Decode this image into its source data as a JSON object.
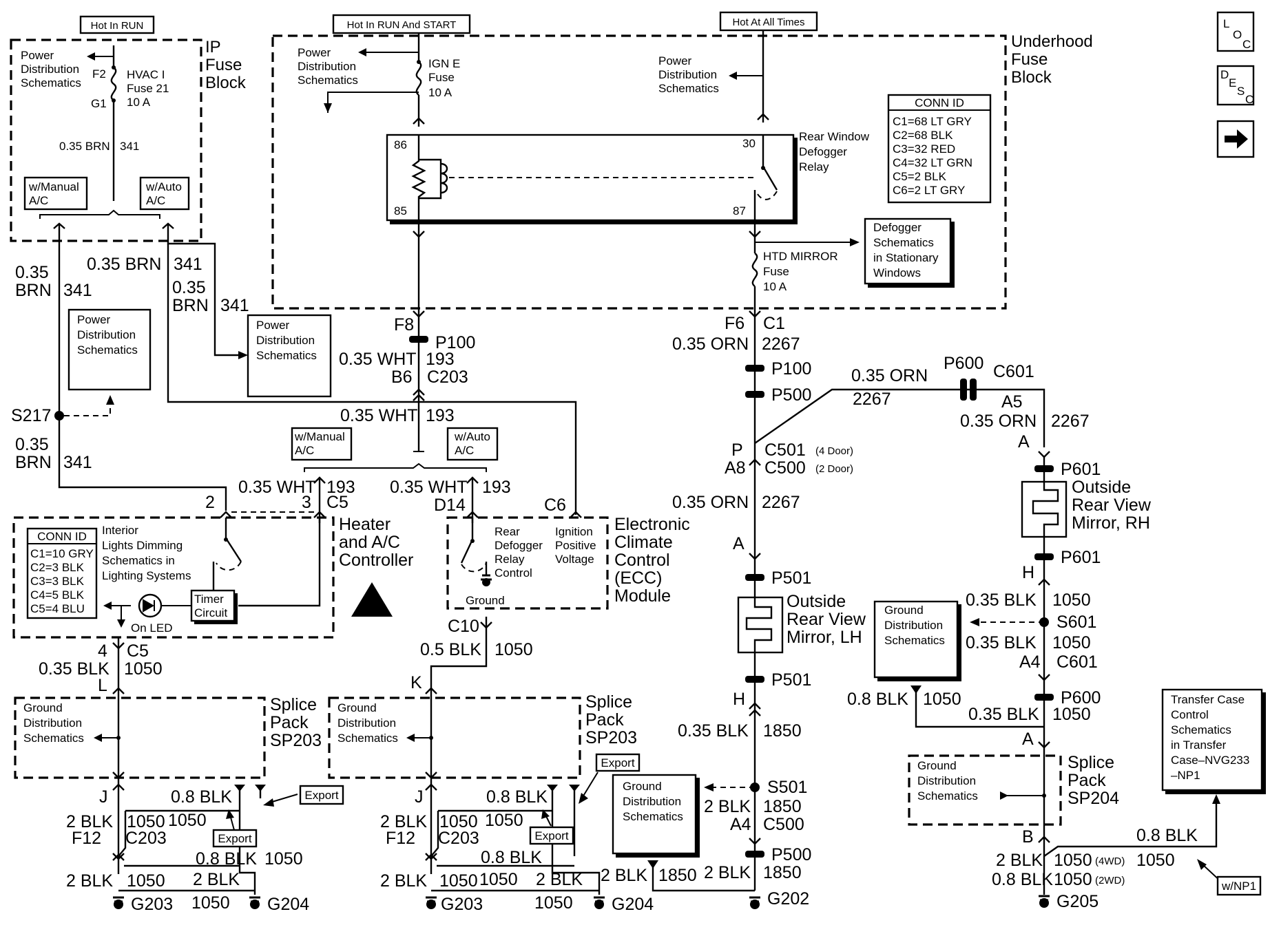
{
  "headers": {
    "hot_in_run": "Hot In RUN",
    "hot_in_run_start": "Hot In RUN And START",
    "hot_at_all_times": "Hot At All Times"
  },
  "nav_buttons": {
    "loc": "LOC",
    "desc": "DESC"
  },
  "ip_fuse_block": {
    "title": [
      "IP",
      "Fuse",
      "Block"
    ],
    "power_dist": [
      "Power",
      "Distribution",
      "Schematics"
    ],
    "f2": "F2",
    "g1": "G1",
    "fuse": [
      "HVAC I",
      "Fuse 21",
      "10 A"
    ],
    "wire": "0.35 BRN",
    "circuit": "341",
    "manual": [
      "w/Manual",
      "A/C"
    ],
    "auto": [
      "w/Auto",
      "A/C"
    ]
  },
  "underhood_fuse_block": {
    "title": [
      "Underhood",
      "Fuse",
      "Block"
    ],
    "power_dist_left": [
      "Power",
      "Distribution",
      "Schematics"
    ],
    "ign_fuse": [
      "IGN E",
      "Fuse",
      "10 A"
    ],
    "power_dist_right": [
      "Power",
      "Distribution",
      "Schematics"
    ],
    "relay_label": [
      "Rear  Window",
      "Defogger",
      "Relay"
    ],
    "pins": {
      "p86": "86",
      "p85": "85",
      "p30": "30",
      "p87": "87"
    },
    "htd_fuse": [
      "HTD MIRROR",
      "Fuse",
      "10 A"
    ],
    "conn_id_title": "CONN ID",
    "conn_id": [
      "C1=68 LT GRY",
      "C2=68 BLK",
      "C3=32 RED",
      "C4=32 LT GRN",
      "C5=2 BLK",
      "C6=2 LT GRY"
    ],
    "defogger_box": [
      "Defogger",
      "Schematics",
      "in Stationary",
      "Windows"
    ]
  },
  "left_wires": {
    "w1_a": "0.35",
    "w1_b": "BRN",
    "w1_c": "341",
    "w2_a": "0.35 BRN",
    "w2_b": "341",
    "w3_a": "0.35",
    "w3_b": "BRN",
    "w3_c": "341",
    "pds_box": [
      "Power",
      "Distribution",
      "Schematics"
    ],
    "pds_box2": [
      "Power",
      "Distribution",
      "Schematics"
    ],
    "s217": "S217",
    "w4_a": "0.35",
    "w4_b": "BRN",
    "w4_c": "341"
  },
  "center_wires": {
    "f8": "F8",
    "p100": "P100",
    "wire": "0.35 WHT",
    "circuit": "193",
    "b6": "B6",
    "c203": "C203",
    "wire2": "0.35 WHT",
    "circuit2": "193",
    "manual": [
      "w/Manual",
      "A/C"
    ],
    "auto": [
      "w/Auto",
      "A/C"
    ],
    "wire3": "0.35 WHT",
    "circuit3": "193",
    "wire4": "0.35 WHT",
    "circuit4": "193",
    "pin2": "2",
    "pin3": "3",
    "c5": "C5",
    "d14": "D14",
    "c6": "C6"
  },
  "hvac_controller": {
    "title": [
      "Heater",
      "and A/C",
      "Controller"
    ],
    "conn_id_title": "CONN ID",
    "conn_id": [
      "C1=10 GRY",
      "C2=3 BLK",
      "C3=3 BLK",
      "C4=5 BLK",
      "C5=4 BLU"
    ],
    "dimming": [
      "Interior",
      "Lights Dimming",
      "Schematics in",
      "Lighting Systems"
    ],
    "timer": [
      "Timer",
      "Circuit"
    ],
    "led": "On LED"
  },
  "ecc_module": {
    "title": [
      "Electronic",
      "Climate",
      "Control",
      "(ECC)",
      "Module"
    ],
    "relay": [
      "Rear",
      "Defogger",
      "Relay",
      "Control"
    ],
    "ignition": [
      "Ignition",
      "Positive",
      "Voltage"
    ],
    "ground": "Ground"
  },
  "lower_left": {
    "pin4": "4",
    "c5": "C5",
    "wire": "0.35 BLK",
    "circuit": "1050",
    "l": "L",
    "splice": [
      "Splice",
      "Pack",
      "SP203"
    ],
    "gds": [
      "Ground",
      "Distribution",
      "Schematics"
    ],
    "j": "J",
    "w08": "0.8 BLK",
    "export1": "Export",
    "export2": "Export",
    "w2blk": "2 BLK",
    "c1050a": "1050",
    "c1050b": "1050",
    "f12": "F12",
    "c203": "C203",
    "w08b": "0.8 BLK",
    "c1050c": "1050",
    "w2blk2": "2 BLK",
    "c1050d": "1050",
    "w2blk3": "2 BLK",
    "c1050e": "1050",
    "g203": "G203",
    "g204": "G204"
  },
  "lower_mid": {
    "c10": "C10",
    "wire": "0.5 BLK",
    "circuit": "1050",
    "k": "K",
    "splice": [
      "Splice",
      "Pack",
      "SP203"
    ],
    "gds": [
      "Ground",
      "Distribution",
      "Schematics"
    ],
    "j": "J",
    "w08": "0.8 BLK",
    "export1": "Export",
    "export2": "Export",
    "w2blk": "2 BLK",
    "c1050a": "1050",
    "c1050b": "1050",
    "f12": "F12",
    "c203": "C203",
    "w08b": "0.8 BLK",
    "w2blk2": "2 BLK",
    "c1050d": "1050",
    "c1050e": "1050",
    "w2blk3": "2 BLK",
    "c1050f": "1050",
    "g203": "G203",
    "g204": "G204"
  },
  "lh_mirror": {
    "f6": "F6",
    "c1": "C1",
    "wire": "0.35 ORN",
    "circuit": "2267",
    "p100": "P100",
    "p500": "P500",
    "p": "P",
    "c501": "C501",
    "c501_note": "(4 Door)",
    "a8": "A8",
    "c500": "C500",
    "c500_note": "(2 Door)",
    "wire2": "0.35 ORN",
    "circuit2": "2267",
    "a": "A",
    "p501": "P501",
    "title": [
      "Outside",
      "Rear View",
      "Mirror, LH"
    ],
    "p501b": "P501",
    "h": "H",
    "wire3": "0.35 BLK",
    "circuit3": "1850",
    "gds": [
      "Ground",
      "Distribution",
      "Schematics"
    ],
    "s501": "S501",
    "w2blk": "2 BLK",
    "c1850": "1850",
    "a4": "A4",
    "c500b": "C500",
    "p500b": "P500",
    "w2blk2": "2 BLK",
    "c1850b": "1850",
    "w2blk3": "2 BLK",
    "c1850c": "1850",
    "g202": "G202"
  },
  "rh_mirror": {
    "wire": "0.35 ORN",
    "circuit": "2267",
    "p600": "P600",
    "c601": "C601",
    "a5": "A5",
    "wire2": "0.35 ORN",
    "circuit2": "2267",
    "a": "A",
    "p601": "P601",
    "title": [
      "Outside",
      "Rear View",
      "Mirror, RH"
    ],
    "p601b": "P601",
    "h": "H",
    "wire3": "0.35 BLK",
    "circuit3": "1050",
    "gds": [
      "Ground",
      "Distribution",
      "Schematics"
    ],
    "s601": "S601",
    "wire4": "0.35 BLK",
    "circuit4": "1050",
    "a4": "A4",
    "c601b": "C601",
    "w08": "0.8 BLK",
    "c1050": "1050",
    "p600b": "P600",
    "wire5": "0.35 BLK",
    "circuit5": "1050",
    "a2": "A",
    "splice": [
      "Splice",
      "Pack",
      "SP204"
    ],
    "gds2": [
      "Ground",
      "Distribution",
      "Schematics"
    ],
    "b": "B",
    "w08b": "0.8 BLK",
    "w2blk": "2 BLK",
    "c1050_4wd": "1050",
    "note_4wd": "(4WD)",
    "c1050b": "1050",
    "w08c": "0.8 BLK",
    "c1050_2wd": "1050",
    "note_2wd": "(2WD)",
    "g205": "G205",
    "transfer": [
      "Transfer Case",
      "Control",
      "Schematics",
      "in Transfer",
      "Case–NVG233",
      "–NP1"
    ],
    "np1": "w/NP1"
  }
}
